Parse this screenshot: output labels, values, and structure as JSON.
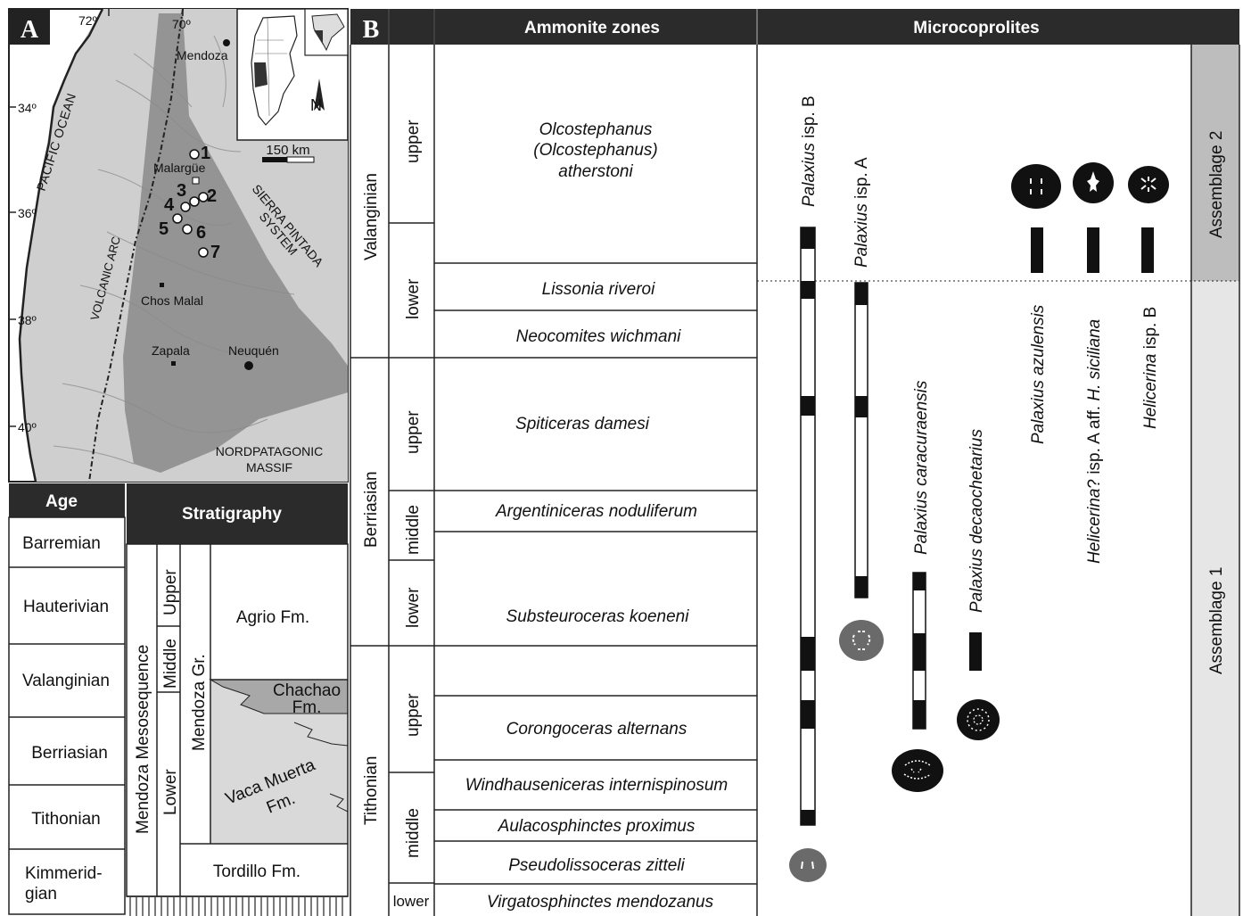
{
  "panel_a": {
    "label": "A",
    "map": {
      "lat_labels": [
        "34º",
        "36º",
        "38º",
        "40º"
      ],
      "lon_labels": [
        "72º",
        "70º"
      ],
      "ocean": "PACIFIC OCEAN",
      "arc": "VOLCANIC ARC",
      "sierra": [
        "SIERRA PINTADA",
        "SYSTEM"
      ],
      "massif": [
        "NORDPATAGONIC",
        "MASSIF"
      ],
      "cities": [
        "Mendoza",
        "Malargüe",
        "Chos Malal",
        "Zapala",
        "Neuquén"
      ],
      "localities": [
        "1",
        "2",
        "3",
        "4",
        "5",
        "6",
        "7"
      ],
      "scale": "150 km",
      "north": "N"
    },
    "stratigraphy": {
      "age_header": "Age",
      "strat_header": "Stratigraphy",
      "ages": [
        "Barremian",
        "Hauterivian",
        "Valanginian",
        "Berriasian",
        "Tithonian",
        "Kimmerid-",
        "gian"
      ],
      "mesosequence": "Mendoza Mesosequence",
      "subdivisions": [
        "Upper",
        "Middle",
        "Lower"
      ],
      "group": "Mendoza Gr.",
      "formations": {
        "agrio": "Agrio Fm.",
        "chachao": [
          "Chachao",
          "Fm."
        ],
        "vaca": [
          "Vaca Muerta",
          "Fm."
        ],
        "tordillo": "Tordillo Fm."
      }
    }
  },
  "panel_b": {
    "label": "B",
    "header_ammonite": "Ammonite zones",
    "header_micro": "Microcoprolites",
    "stages": [
      "Valanginian",
      "Berriasian",
      "Tithonian"
    ],
    "substages": [
      "upper",
      "lower",
      "upper",
      "middle",
      "lower",
      "upper",
      "middle",
      "lower"
    ],
    "zones": [
      [
        "Olcostephanus",
        "(Olcostephanus)",
        "atherstoni"
      ],
      [
        "Lissonia riveroi"
      ],
      [
        "Neocomites wichmani"
      ],
      [
        "Spiticeras damesi"
      ],
      [
        "Argentiniceras noduliferum"
      ],
      [
        "Substeuroceras koeneni"
      ],
      [
        "Corongoceras alternans"
      ],
      [
        "Windhauseniceras internispinosum"
      ],
      [
        "Aulacosphinctes proximus"
      ],
      [
        "Pseudolissoceras zitteli"
      ],
      [
        "Virgatosphinctes mendozanus"
      ]
    ],
    "taxa": {
      "pal_b_genus": "Palaxius",
      "pal_b_rest": " isp. B",
      "pal_a_genus": "Palaxius",
      "pal_a_rest": " isp. A",
      "caracuraensis": "Palaxius caracuraensis",
      "decaochetarius": "Palaxius  decaochetarius",
      "azulensis": "Palaxius azulensis",
      "helic_a_genus": "Helicerina",
      "helic_a_rest": "? isp. A aff. ",
      "helic_a_species": "H. siciliana",
      "helic_b_genus": "Helicerina",
      "helic_b_rest": " isp. B"
    },
    "assemblages": [
      "Assemblage 2",
      "Assemblage 1"
    ]
  },
  "colors": {
    "header": "#2b2b2b",
    "map_land": "#cfcfcf",
    "basin": "#8a8a8a",
    "assemblage2": "#bdbdbd",
    "assemblage1": "#e6e6e6"
  }
}
